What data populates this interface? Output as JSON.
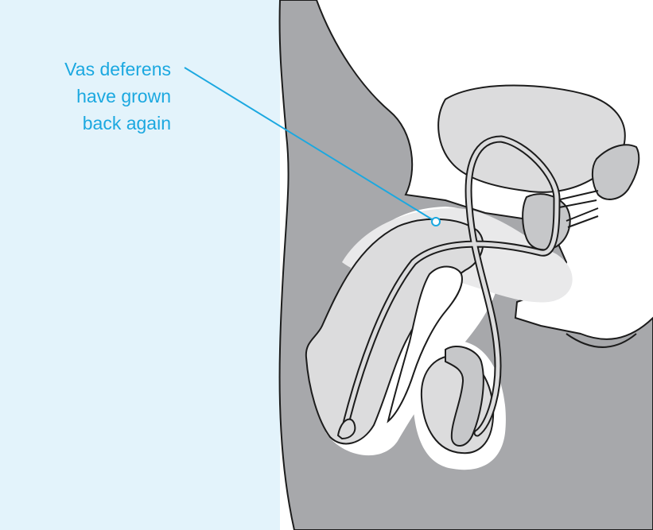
{
  "annotation": {
    "lines": [
      "Vas deferens",
      "have grown",
      "back again"
    ]
  },
  "colors": {
    "background_panel": "#e3f3fb",
    "body_silhouette": "#a7a8ab",
    "outline": "#1c1c1c",
    "organ_fill": "#dcdcdd",
    "organ_shadow": "#c6c7c9",
    "highlight_halo": "#e9e9ea",
    "accent": "#1ba8e0"
  }
}
